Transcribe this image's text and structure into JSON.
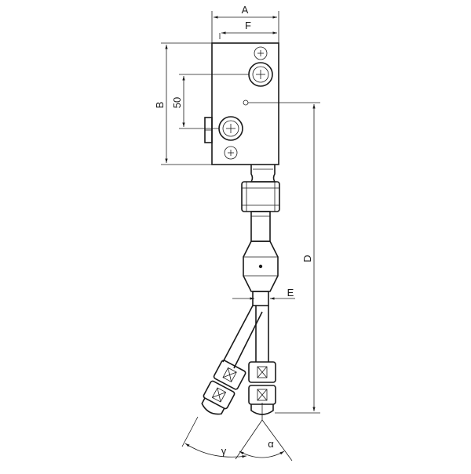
{
  "labels": {
    "A": "A",
    "F": "F",
    "B": "B",
    "fifty": "50",
    "D": "D",
    "E": "E",
    "gamma": "γ",
    "alpha": "α"
  }
}
